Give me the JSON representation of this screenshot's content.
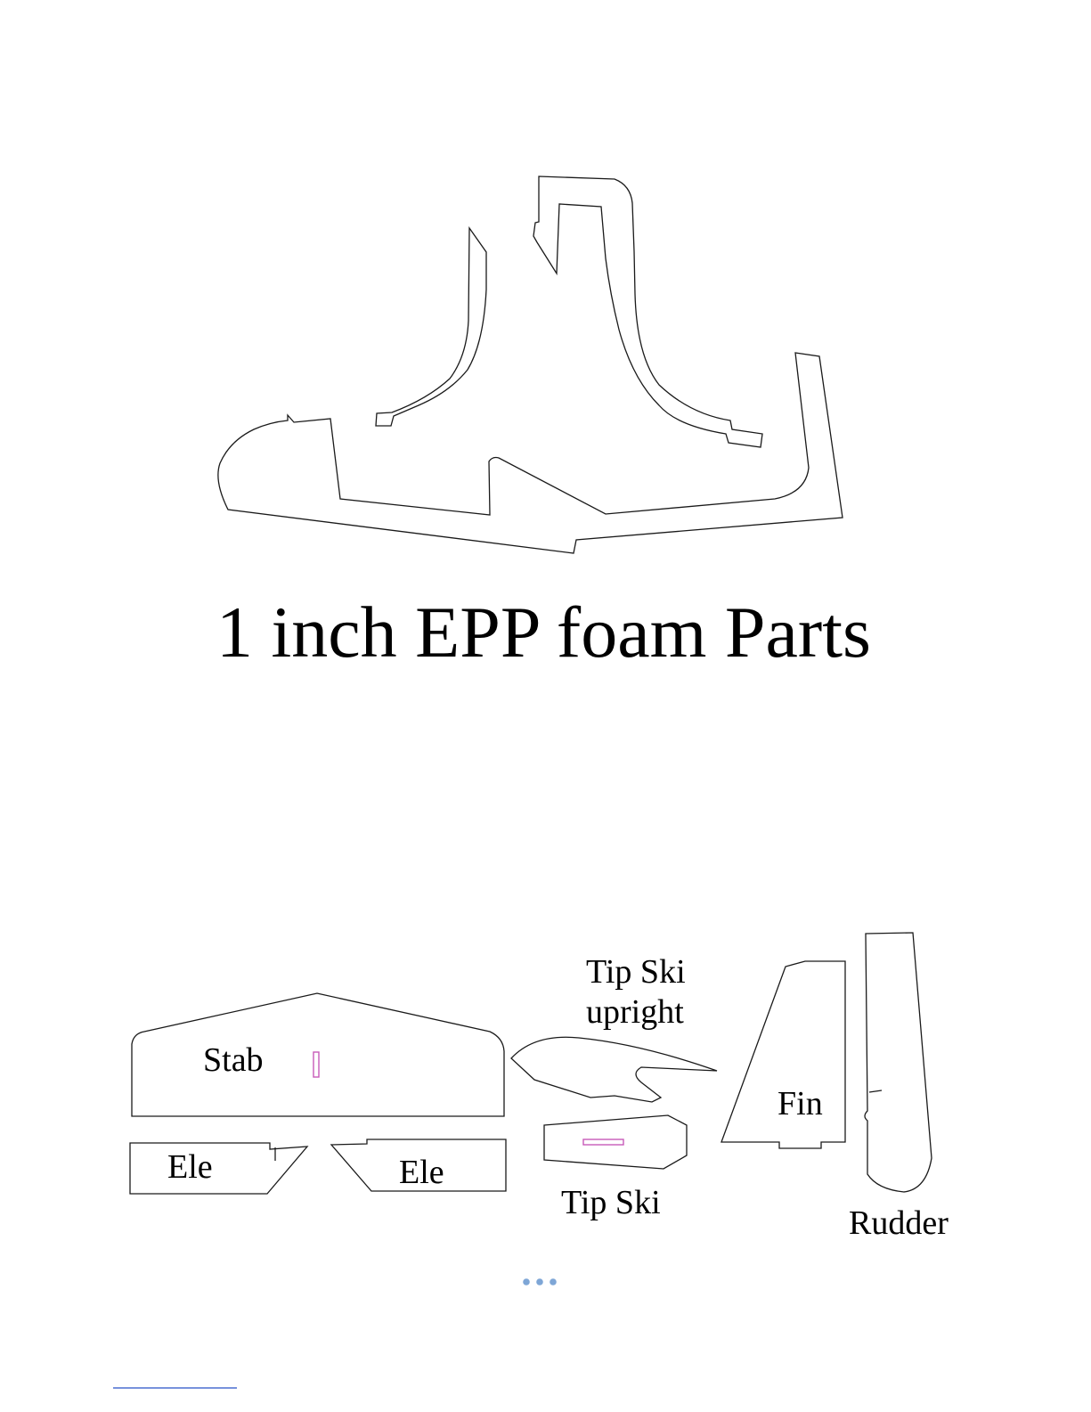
{
  "title": "1 inch EPP foam Parts",
  "labels": {
    "stab": "Stab",
    "ele_left": "Ele",
    "ele_right": "Ele",
    "tip_ski_upright_line1": "Tip Ski",
    "tip_ski_upright_line2": "upright",
    "tip_ski": "Tip Ski",
    "fin": "Fin",
    "rudder": "Rudder"
  },
  "colors": {
    "slot": "#c85ab8",
    "ellipsis": "#7ea6d6",
    "footnote_rule": "#4a6fd1"
  },
  "icons": {
    "ellipsis": "ellipsis-icon"
  }
}
